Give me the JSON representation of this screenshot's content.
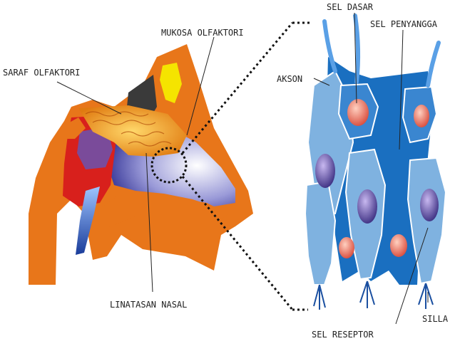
{
  "labels": {
    "saraf_olfaktori": "SARAF OLFAKTORI",
    "mukosa_olfaktori": "MUKOSA OLFAKTORI",
    "linatasan_nasal": "LINATASAN NASAL",
    "sel_dasar": "SEL DASAR",
    "sel_penyangga": "SEL PENYANGGA",
    "akson": "AKSON",
    "silla": "SILLA",
    "sel_reseptor": "SEL RESEPTOR"
  },
  "colors": {
    "orange": "#e8761a",
    "red": "#d8201c",
    "purple": "#7a4b9a",
    "yellow": "#f5e400",
    "dark_blue": "#1a6fc0",
    "light_blue": "#7fb2e0",
    "nucleus": "#4a3d8f",
    "nucleus_red": "#e06a5a"
  }
}
